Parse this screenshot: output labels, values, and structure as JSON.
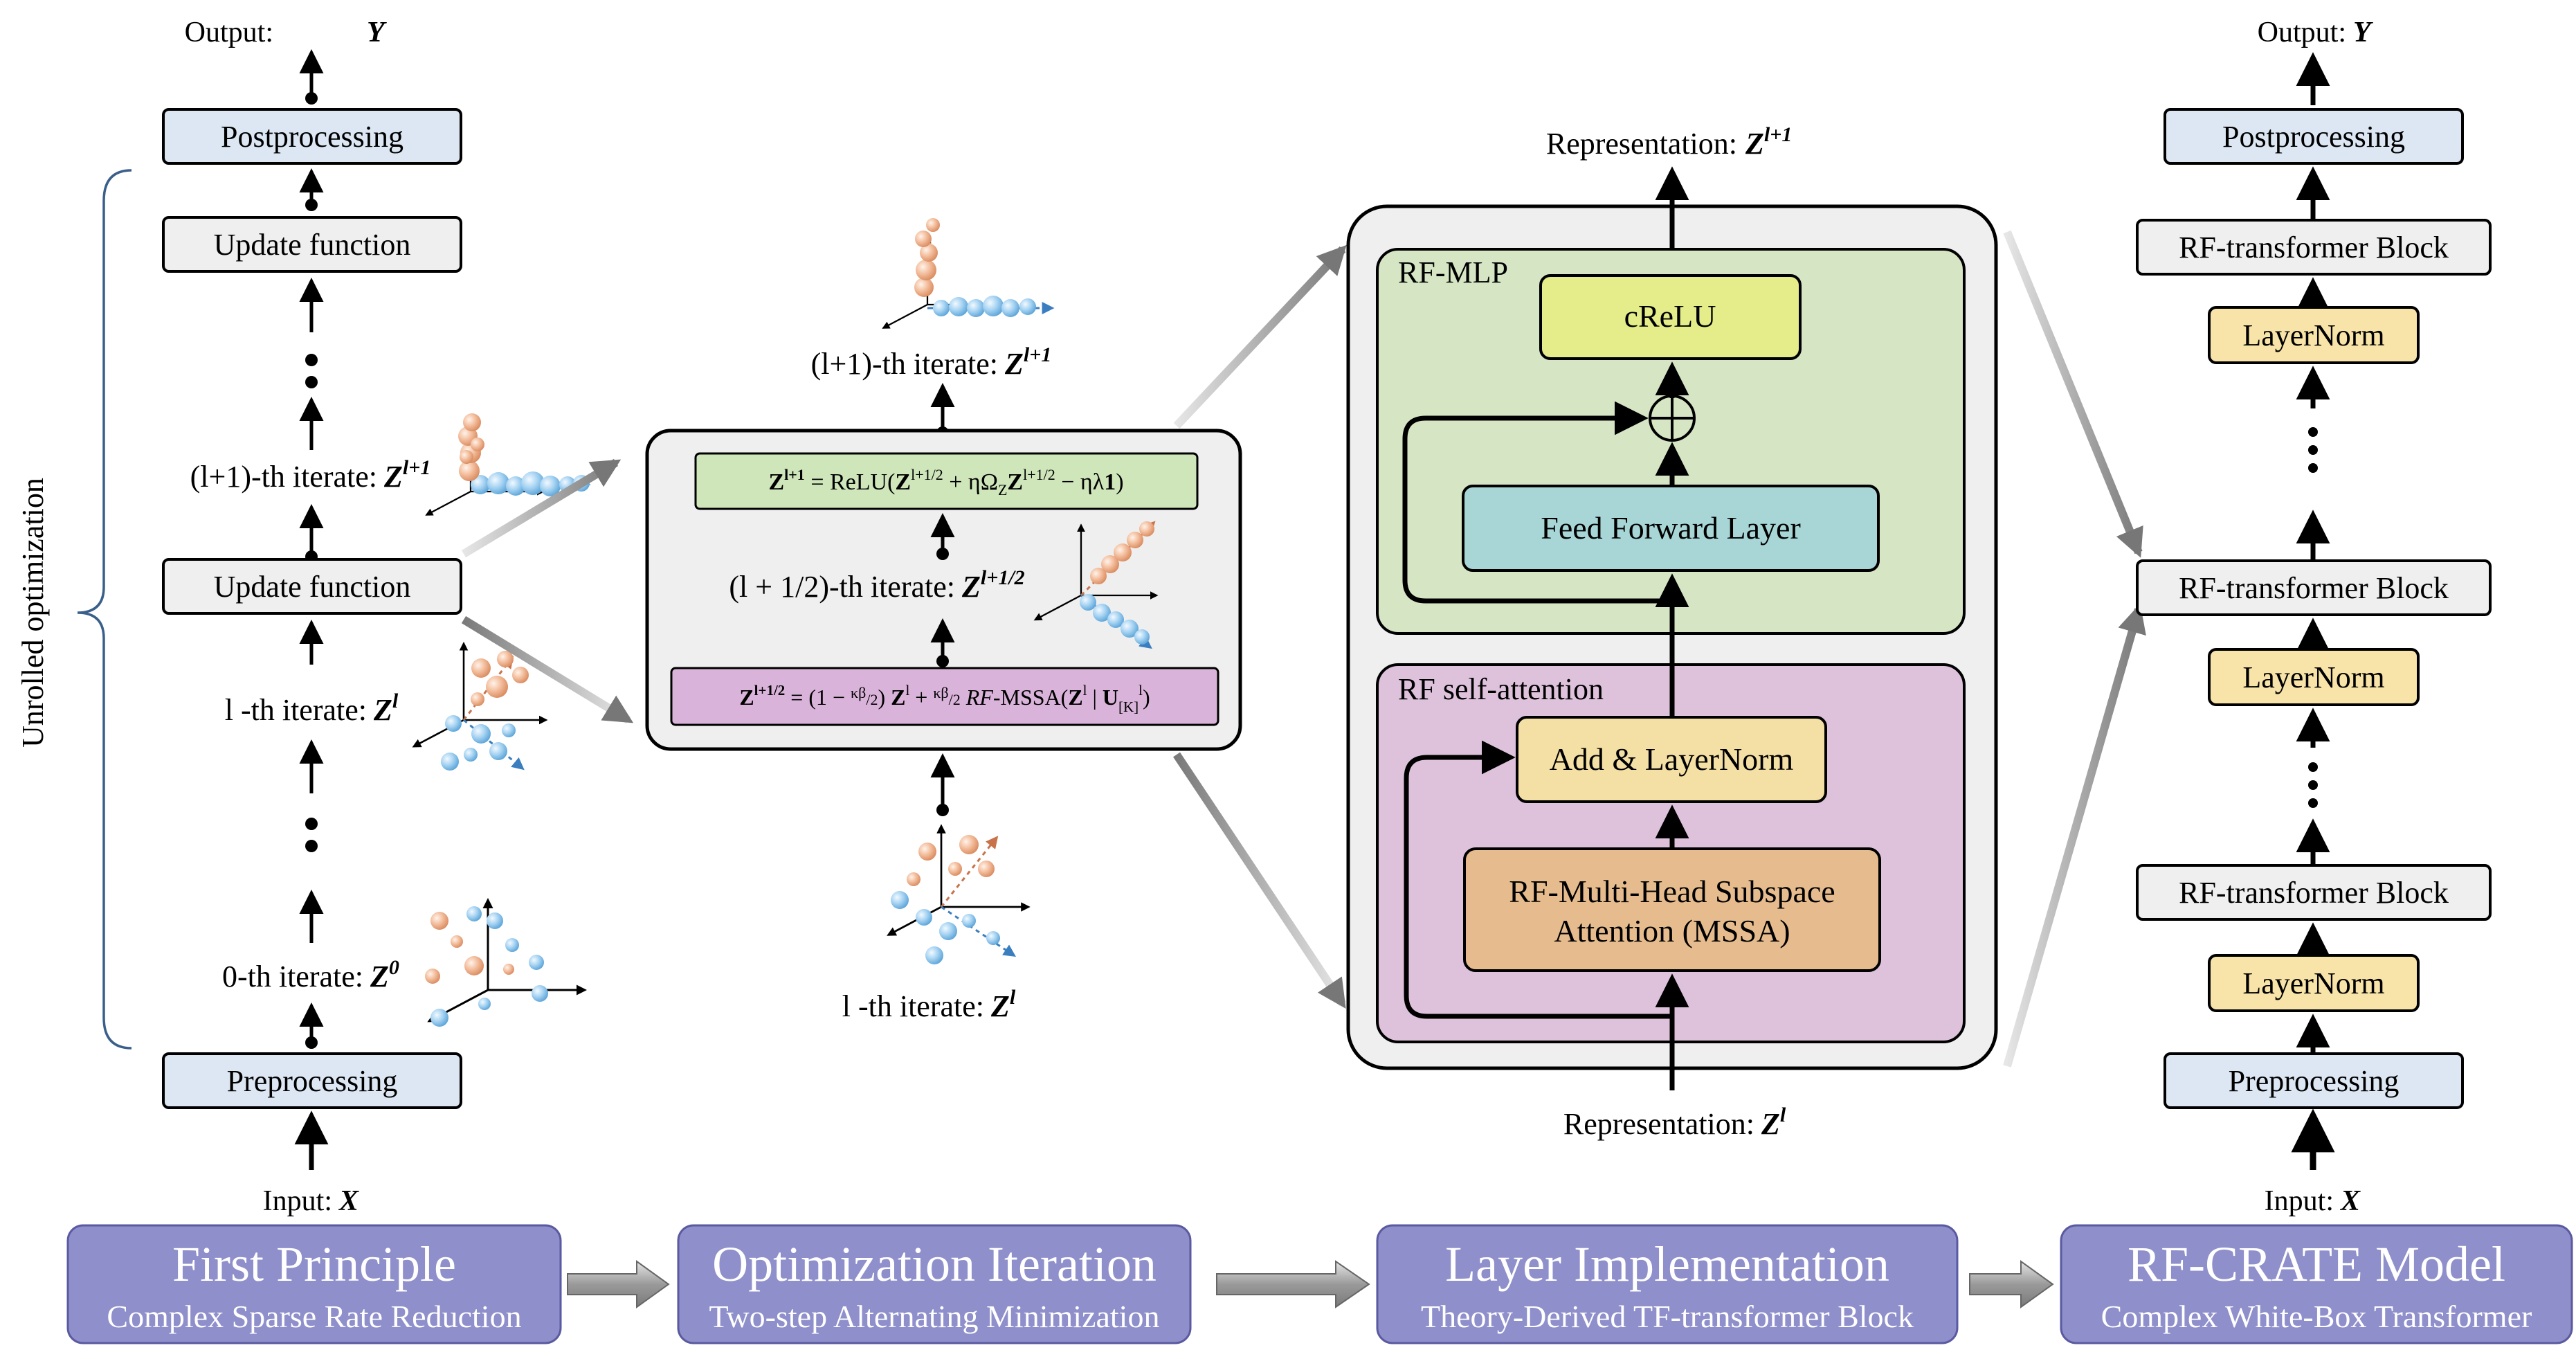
{
  "left_column": {
    "output_label": "Output:",
    "output_var": "Y",
    "postprocessing": "Postprocessing",
    "update_function_top": "Update function",
    "iter_l1_label": "(l+1)-th iterate:",
    "update_function_mid": "Update function",
    "iter_l_label": "l -th iterate:",
    "iter_0_label": "0-th iterate:",
    "preprocessing": "Preprocessing",
    "input_label": "Input:",
    "input_var": "X",
    "unrolled": "Unrolled optimization"
  },
  "middle_column": {
    "iter_l1_label": "(l+1)-th iterate:",
    "eq_top": "Z^{l+1} = ReLU(Z^{l+1/2} + ηΩ_Z Z^{l+1/2} − ηλ1)",
    "iter_half_label": "(l + 1/2)-th iterate:",
    "eq_bottom": "Z^{l+1/2} = (1 − κβ/2) Z^l + κβ/2 RF-MSSA(Z^l | U^l_[K])",
    "iter_l_label": "l -th iterate:"
  },
  "layer_block": {
    "rep_top_label": "Representation:",
    "rf_mlp_title": "RF-MLP",
    "crelu": "cReLU",
    "plus_symbol": "⊕",
    "feed_forward": "Feed Forward Layer",
    "rf_self_attention_title": "RF self-attention",
    "add_layernorm": "Add & LayerNorm",
    "mssa_line1": "RF-Multi-Head Subspace",
    "mssa_line2": "Attention (MSSA)",
    "rep_bottom_label": "Representation:"
  },
  "right_column": {
    "output_label": "Output:",
    "output_var": "Y",
    "postprocessing": "Postprocessing",
    "block_top": "RF-transformer Block",
    "layernorm_top": "LayerNorm",
    "block_mid": "RF-transformer Block",
    "layernorm_mid": "LayerNorm",
    "block_bottom": "RF-transformer Block",
    "layernorm_bottom": "LayerNorm",
    "preprocessing": "Preprocessing",
    "input_label": "Input:",
    "input_var": "X"
  },
  "stages": [
    {
      "title": "First Principle",
      "subtitle": "Complex Sparse Rate Reduction"
    },
    {
      "title": "Optimization Iteration",
      "subtitle": "Two-step Alternating Minimization"
    },
    {
      "title": "Layer Implementation",
      "subtitle": "Theory-Derived TF-transformer Block"
    },
    {
      "title": "RF-CRATE Model",
      "subtitle": "Complex White-Box Transformer"
    }
  ],
  "colors": {
    "blue_box": "#dde7f3",
    "gray_box": "#efefef",
    "green_panel": "#d6e6c5",
    "purple_panel": "#dec2dc",
    "crelu_fill": "#e4ed8a",
    "ffl_fill": "#a8d6d6",
    "addnorm_fill": "#f4dfa4",
    "mssa_fill": "#e6bc8e",
    "layernorm_fill": "#f8e4a8",
    "eq_green": "#cfe6bb",
    "eq_purple": "#d9b3d9",
    "stage_fill": "#8f8fcb",
    "bracket": "#3a5f8a",
    "sphere_orange": "#f0b08a",
    "sphere_blue": "#8cc4ee"
  }
}
